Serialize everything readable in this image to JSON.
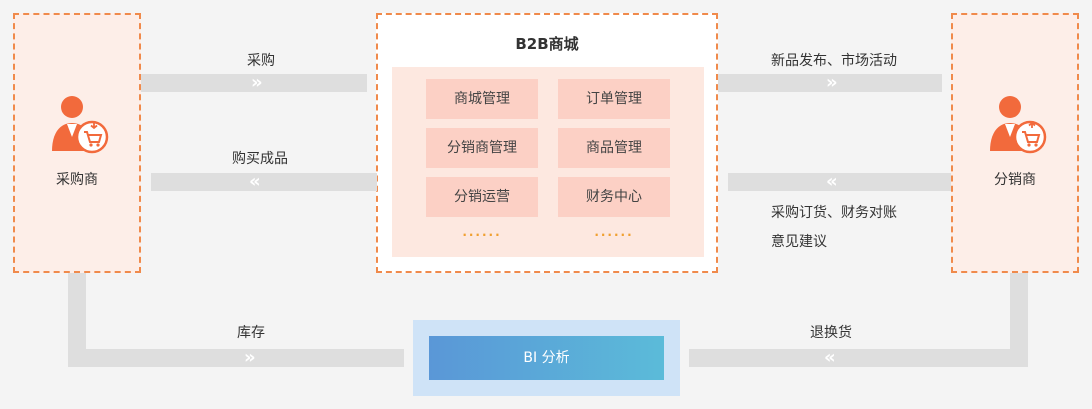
{
  "left_actor": {
    "label": "采购商",
    "icon": "buyer-cart-out-icon"
  },
  "right_actor": {
    "label": "分销商",
    "icon": "distributor-cart-in-icon"
  },
  "platform": {
    "title": "B2B商城",
    "modules": [
      "商城管理",
      "订单管理",
      "分销商管理",
      "商品管理",
      "分销运营",
      "财务中心"
    ],
    "ellipsis": "......"
  },
  "flows": {
    "purchase": "采购",
    "finished_goods": "购买成品",
    "new_products": "新品发布、市场活动",
    "orders_line1": "采购订货、财务对账",
    "orders_line2": "意见建议",
    "inventory": "库存",
    "returns": "退换货"
  },
  "bi": {
    "label": "BI 分析"
  },
  "colors": {
    "accent_orange": "#f08a4b",
    "bi_gradient_start": "#5a97d7",
    "bi_gradient_end": "#5bbbd9"
  }
}
